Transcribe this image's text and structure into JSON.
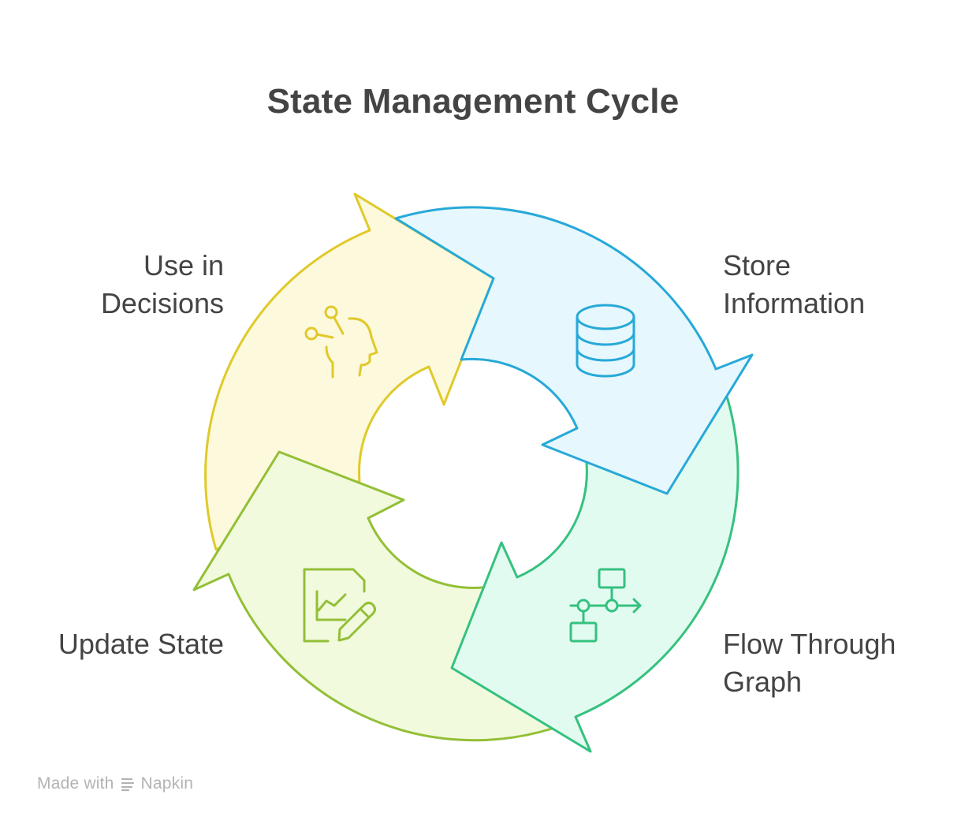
{
  "title": "State Management Cycle",
  "steps": [
    {
      "label_line1": "Store",
      "label_line2": "Information",
      "icon": "database-icon",
      "color": "#27a9d8",
      "fill": "#e6f7fd"
    },
    {
      "label_line1": "Flow Through",
      "label_line2": "Graph",
      "icon": "flow-graph-icon",
      "color": "#35c17f",
      "fill": "#e2fbf0"
    },
    {
      "label_line1": "Update State",
      "label_line2": "",
      "icon": "edit-chart-icon",
      "color": "#93bf36",
      "fill": "#f1fadd"
    },
    {
      "label_line1": "Use in",
      "label_line2": "Decisions",
      "icon": "head-idea-icon",
      "color": "#e0c92a",
      "fill": "#fdf9dc"
    }
  ],
  "footer": {
    "made_with": "Made with",
    "brand": "Napkin"
  }
}
